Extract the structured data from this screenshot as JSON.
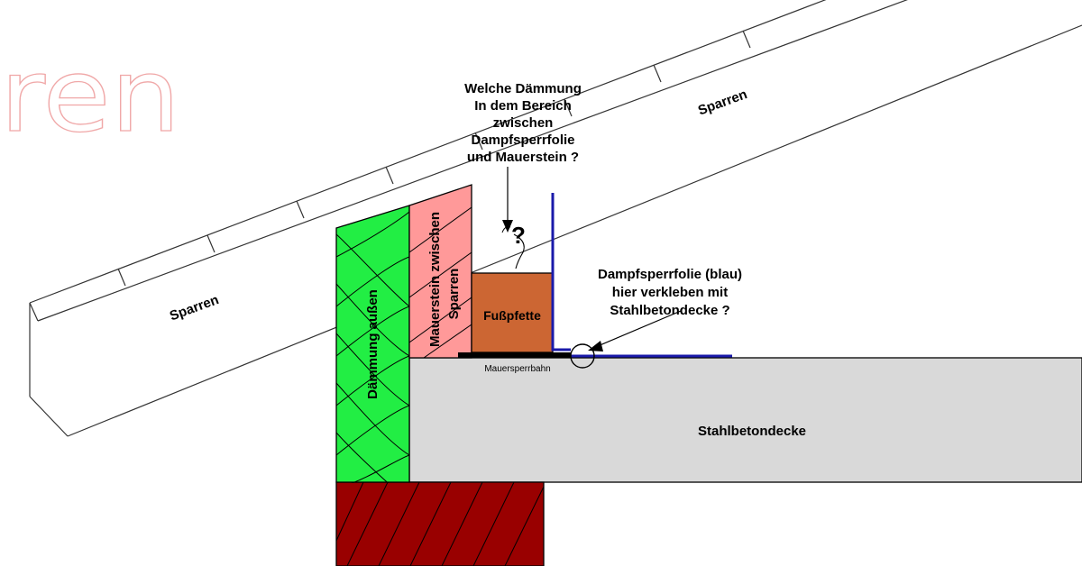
{
  "watermark": "ren",
  "labels": {
    "sparren_left": "Sparren",
    "sparren_right": "Sparren",
    "daemmung_aussen": "Dämmung außen",
    "mauerstein_line1": "Mauerstein zwischen",
    "mauerstein_line2": "Sparren",
    "fusspfette": "Fußpfette",
    "mauersperrbahn": "Mauersperrbahn",
    "stahlbetondecke": "Stahlbetondecke",
    "question_mark": "?"
  },
  "question_top": [
    "Welche Dämmung",
    "In dem Bereich",
    "zwischen",
    "Dampfsperrfolie",
    "und Mauerstein ?"
  ],
  "question_right": [
    "Dampfsperrfolie (blau)",
    "hier verkleben mit",
    "Stahlbetondecke ?"
  ],
  "colors": {
    "insulation": "#22ee44",
    "masonry_between_rafters": "#ff9999",
    "fusspfette": "#cc6633",
    "concrete": "#d9d9d9",
    "wall_below": "#990000",
    "vapor_barrier": "#1a1aaa",
    "watermark": "#f0a8a8"
  }
}
